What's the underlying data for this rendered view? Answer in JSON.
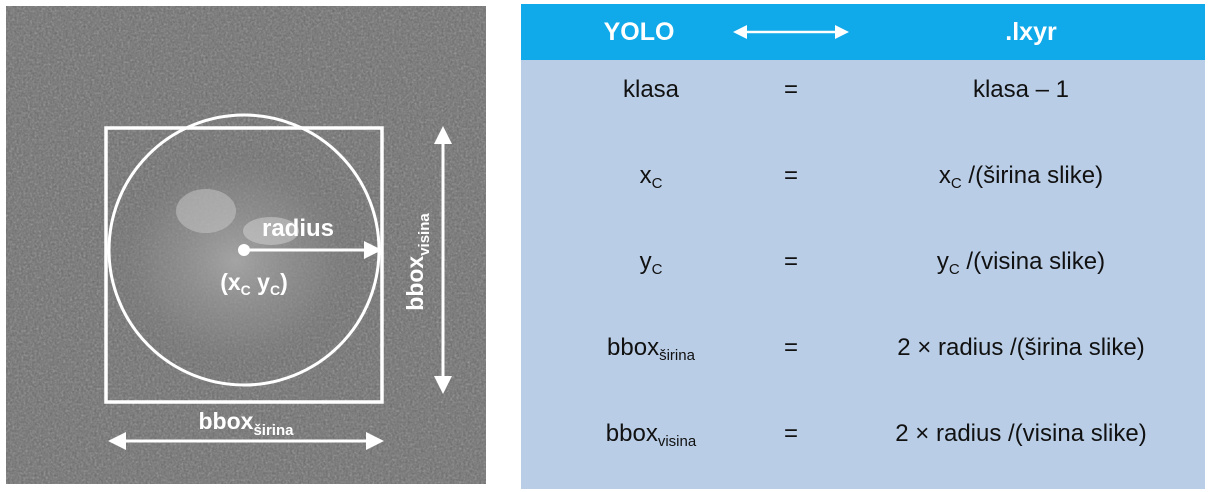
{
  "image_diagram": {
    "radius_label": "radius",
    "center_label_pre": "(x",
    "center_sub_x": "C",
    "center_label_mid": " y",
    "center_sub_y": "C",
    "center_label_post": ")",
    "width_label_base": "bbox",
    "width_label_sub": "širina",
    "height_label_base": "bbox",
    "height_label_sub": "visina"
  },
  "table": {
    "header": {
      "left": "YOLO",
      "arrow_icon": "double-arrow-icon",
      "right": ".lxyr"
    },
    "rows": [
      {
        "left_base": "klasa",
        "left_sub": "",
        "operator": "=",
        "right_base": "klasa – 1",
        "right_sub": "",
        "right_rest": ""
      },
      {
        "left_base": "x",
        "left_sub": "C",
        "operator": "=",
        "right_base": "x",
        "right_sub": "C",
        "right_rest": " /(širina slike)"
      },
      {
        "left_base": "y",
        "left_sub": "C",
        "operator": "=",
        "right_base": "y",
        "right_sub": "C",
        "right_rest": " /(visina slike)"
      },
      {
        "left_base": "bbox",
        "left_sub": "širina",
        "operator": "=",
        "right_base": "2 × radius /(širina slike)",
        "right_sub": "",
        "right_rest": ""
      },
      {
        "left_base": "bbox",
        "left_sub": "visina",
        "operator": "=",
        "right_base": "2 × radius /(visina slike)",
        "right_sub": "",
        "right_rest": ""
      }
    ]
  },
  "colors": {
    "header_bg": "#10a9e9",
    "table_bg": "#b9cde6",
    "annotation": "#ffffff",
    "image_noise_base": "#6d6d6d"
  }
}
